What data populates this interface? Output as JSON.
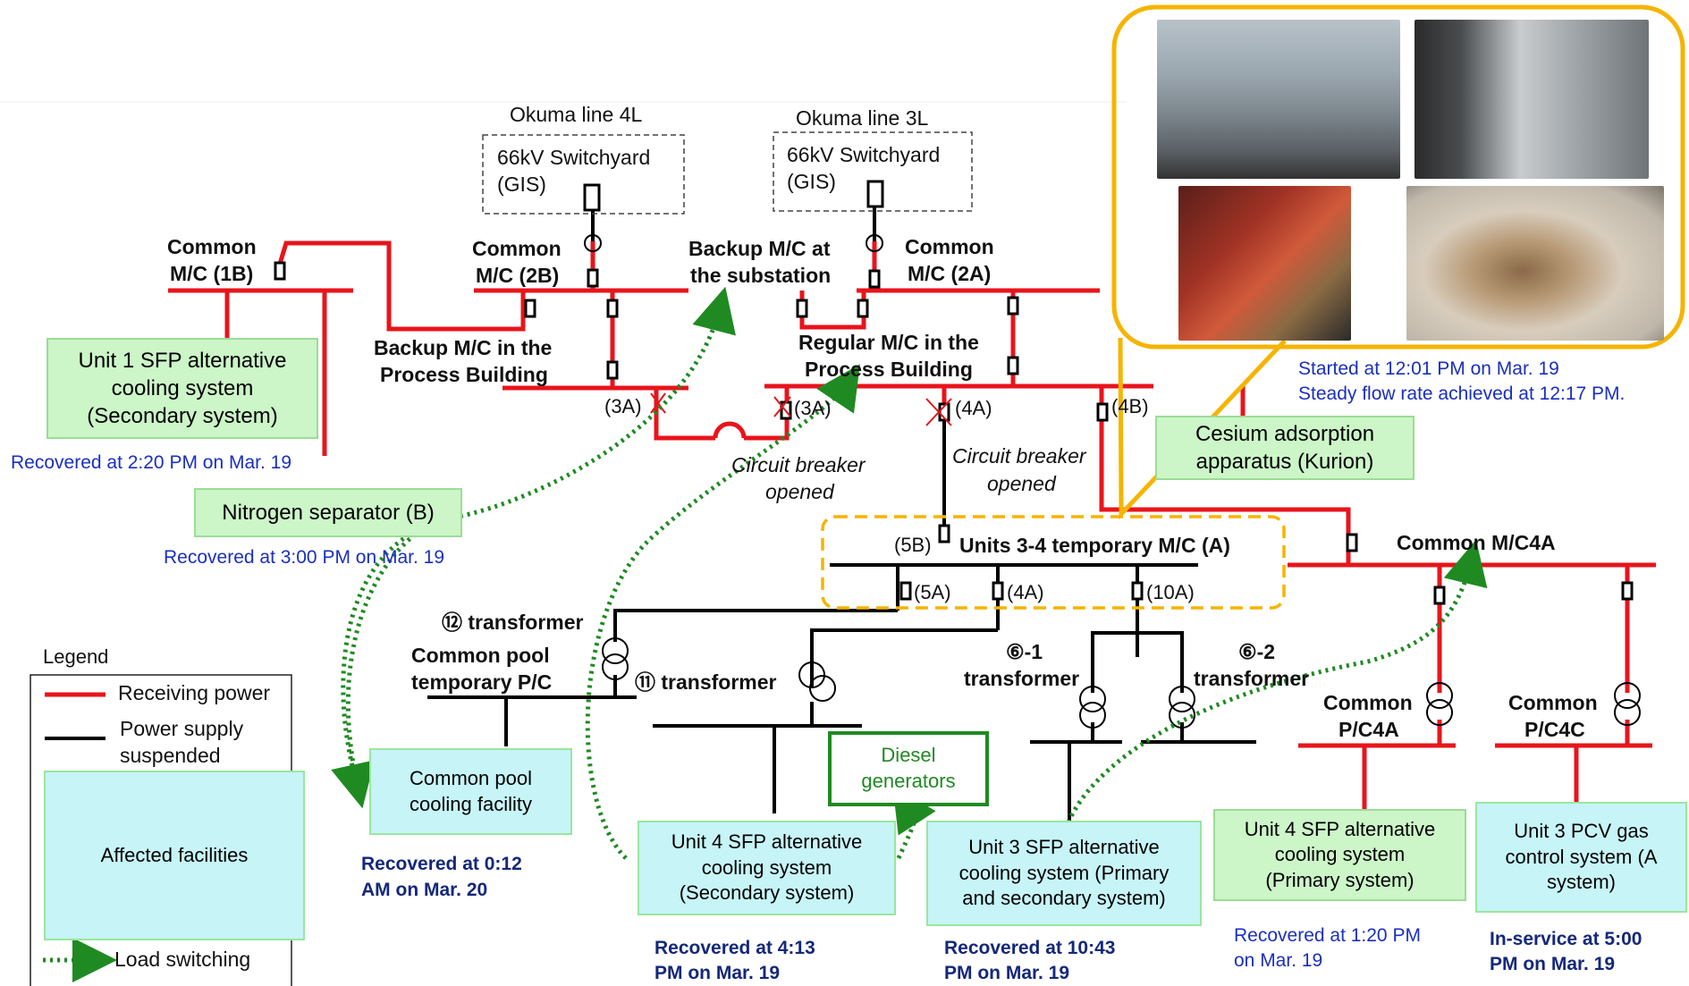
{
  "switchyards": {
    "left": {
      "line_label": "Okuma line 4L",
      "box_line1": "66kV Switchyard",
      "box_line2": "(GIS)"
    },
    "right": {
      "line_label": "Okuma line 3L",
      "box_line1": "66kV Switchyard",
      "box_line2": "(GIS)"
    }
  },
  "buses": {
    "common_1b": {
      "line1": "Common",
      "line2": "M/C (1B)"
    },
    "common_2b": {
      "line1": "Common",
      "line2": "M/C (2B)"
    },
    "backup_substation": {
      "line1": "Backup M/C at",
      "line2": "the substation"
    },
    "common_2a": {
      "line1": "Common",
      "line2": "M/C (2A)"
    },
    "backup_process": {
      "line1": "Backup M/C in the",
      "line2": "Process Building"
    },
    "regular_process": {
      "line1": "Regular M/C in the",
      "line2": "Process Building"
    },
    "units34": {
      "label": "Units 3-4 temporary M/C (A)"
    },
    "common_mc4a": {
      "label": "Common M/C4A"
    },
    "common_pool_pc": {
      "line1": "Common pool",
      "line2": "temporary P/C"
    },
    "common_pc4a": {
      "line1": "Common",
      "line2": "P/C4A"
    },
    "common_pc4c": {
      "line1": "Common",
      "line2": "P/C4C"
    }
  },
  "breakers": {
    "b3a_left": "(3A)",
    "b3a_right": "(3A)",
    "b4a_top": "(4A)",
    "b4b": "(4B)",
    "b5b": "(5B)",
    "b5a": "(5A)",
    "b4a_bottom": "(4A)",
    "b10a": "(10A)"
  },
  "notes": {
    "cb_opened_1_line1": "Circuit breaker",
    "cb_opened_1_line2": "opened",
    "cb_opened_2_line1": "Circuit breaker",
    "cb_opened_2_line2": "opened"
  },
  "transformers": {
    "t12": "⑫ transformer",
    "t11": "⑪ transformer",
    "t6_1_line1": "⑥-1",
    "t6_1_line2": "transformer",
    "t6_2_line1": "⑥-2",
    "t6_2_line2": "transformer"
  },
  "facilities": {
    "unit1_sfp": {
      "line1": "Unit 1 SFP alternative",
      "line2": "cooling system",
      "line3": "(Secondary system)"
    },
    "nitrogen_b": {
      "label": "Nitrogen separator (B)"
    },
    "cesium": {
      "line1": "Cesium adsorption",
      "line2": "apparatus (Kurion)"
    },
    "common_pool": {
      "line1": "Common pool",
      "line2": "cooling facility"
    },
    "diesel": {
      "line1": "Diesel",
      "line2": "generators"
    },
    "unit4_sfp_secondary": {
      "line1": "Unit 4 SFP alternative",
      "line2": "cooling system",
      "line3": "(Secondary system)"
    },
    "unit3_sfp": {
      "line1": "Unit 3 SFP alternative",
      "line2": "cooling system (Primary",
      "line3": "and secondary system)"
    },
    "unit4_sfp_primary": {
      "line1": "Unit 4 SFP alternative",
      "line2": "cooling system",
      "line3": "(Primary system)"
    },
    "unit3_pcv": {
      "line1": "Unit 3 PCV gas",
      "line2": "control system (A",
      "line3": "system)"
    }
  },
  "status": {
    "unit1": "Recovered at 2:20 PM on Mar. 19",
    "nitrogen": "Recovered at 3:00 PM on Mar. 19",
    "kurion_line1": "Started at 12:01 PM on Mar. 19",
    "kurion_line2": "Steady flow rate achieved at 12:17 PM.",
    "common_pool_line1": "Recovered at 0:12",
    "common_pool_line2": "AM on Mar. 20",
    "unit4_sec_line1": "Recovered at 4:13",
    "unit4_sec_line2": "PM on Mar. 19",
    "unit3_sfp_line1": "Recovered at 10:43",
    "unit3_sfp_line2": "PM on Mar. 19",
    "unit4_pri_line1": "Recovered at 1:20 PM",
    "unit4_pri_line2": "on Mar. 19",
    "unit3_pcv_line1": "In-service at 5:00",
    "unit3_pcv_line2": "PM on Mar. 19"
  },
  "legend": {
    "title": "Legend",
    "receiving": "Receiving power",
    "suspended_line1": "Power supply",
    "suspended_line2": "suspended",
    "affected": "Affected facilities",
    "switching": "Load switching"
  },
  "colors": {
    "receiving_power": "#e8141b",
    "suspended": "#000000",
    "load_switching": "#1f8a22",
    "highlight": "#f5b400",
    "status_blue": "#1a2fbf",
    "status_navy": "#14287a",
    "facility_green": "#ccf5c8",
    "facility_cyan": "#c7f4f7"
  },
  "photos": [
    "power-panel-trailer-photo",
    "switchgear-corridor-photo",
    "breaker-terminal-photo",
    "rat-on-switchgear-photo"
  ]
}
